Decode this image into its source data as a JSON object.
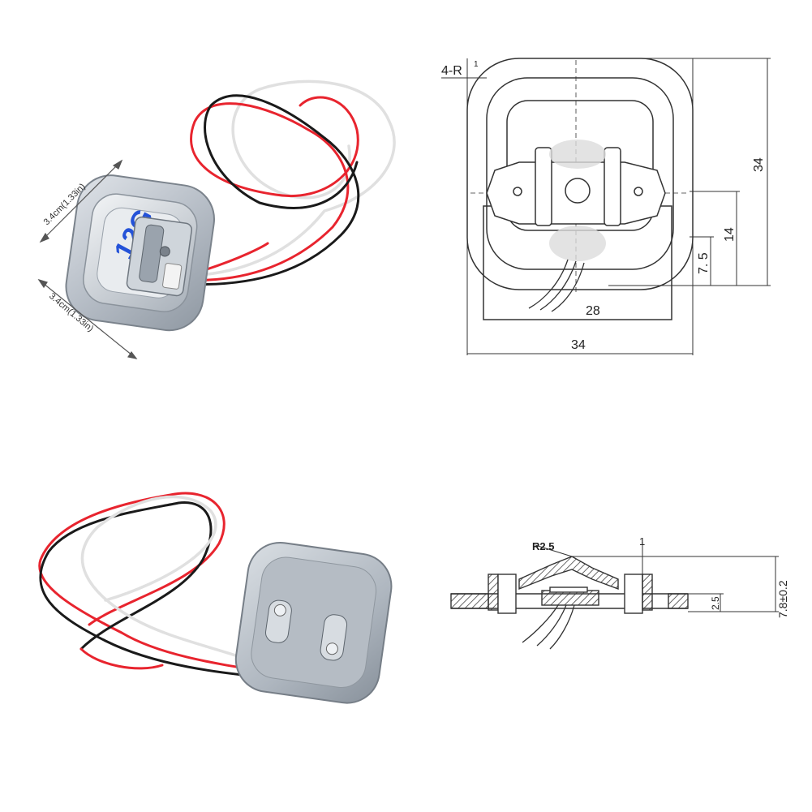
{
  "product_photo_top": {
    "dim_width_label": "3.4cm(1.33in)",
    "dim_height_label": "3.4cm(1.33in)",
    "marking_text": "12G"
  },
  "top_view_drawing": {
    "corner_radius_label": "4-R",
    "corner_radius_sup": "1",
    "outer_width": "34",
    "outer_height": "34",
    "base_width": "28",
    "dim_14": "14",
    "dim_7_5": "7. 5"
  },
  "side_view_drawing": {
    "radius_label": "R2.5",
    "thickness_label": "1",
    "height_label": "7.8±0.2",
    "base_height_label": "2.5"
  },
  "colors": {
    "wire_red": "#e8242e",
    "wire_black": "#1a1a1a",
    "wire_white": "#e6e6e6",
    "metal": "#b9c0c8",
    "line": "#333333"
  }
}
